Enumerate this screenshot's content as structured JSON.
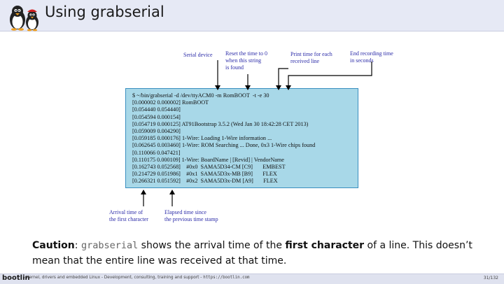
{
  "header": {
    "title": "Using grabserial"
  },
  "annotations": {
    "serial_device": [
      "Serial device"
    ],
    "reset_time": [
      "Reset the time to 0",
      "when this string",
      "is found"
    ],
    "print_time": [
      "Print time for each",
      "received line"
    ],
    "end_recording": [
      "End recording time",
      "in seconds"
    ],
    "arrival_time": [
      "Arrival time of",
      "the first character"
    ],
    "elapsed_time": [
      "Elapsed time since",
      "the previous time stamp"
    ]
  },
  "terminal": {
    "lines": [
      "$ ~/bin/grabserial -d /dev/ttyACM0 -m RomBOOT  -t -e 30",
      "[0.000002 0.000002] RomBOOT",
      "[0.054440 0.054440]",
      "[0.054594 0.000154]",
      "[0.054719 0.000125] AT91Bootstrap 3.5.2 (Wed Jan 30 18:42:28 CET 2013)",
      "[0.059009 0.004290]",
      "[0.059185 0.000176] 1-Wire: Loading 1-Wire information ...",
      "[0.062645 0.003460] 1-Wire: ROM Searching ... Done, 0x3 1-Wire chips found",
      "[0.110066 0.047421]",
      "[0.110175 0.000109] 1-Wire: BoardName | [Revid] | VendorName",
      "[0.162743 0.052568]    #0x0  SAMA5D34-CM [C9]       EMBEST",
      "[0.214729 0.051986]    #0x1  SAMA5D3x-MB [B9]       FLEX",
      "[0.266321 0.051592]    #0x2  SAMA5D3x-DM [A9]       FLEX"
    ]
  },
  "caution": {
    "label": "Caution",
    "sep": ": ",
    "command": "grabserial",
    "text1": " shows the arrival time of the ",
    "bold": "first character",
    "text2": " of a line. This doesn’t mean that the entire line was received at that time."
  },
  "footer": {
    "brand": "bootlin",
    "text": " - Kernel, drivers and embedded Linux - Development, consulting, training and support - ",
    "url": "https://bootlin.com",
    "page": "31/132"
  },
  "colors": {
    "header_bg": "#e6e9f5",
    "annotation": "#2b2ba8",
    "terminal_bg": "#a8d8e8",
    "terminal_border": "#3a8fc0"
  }
}
